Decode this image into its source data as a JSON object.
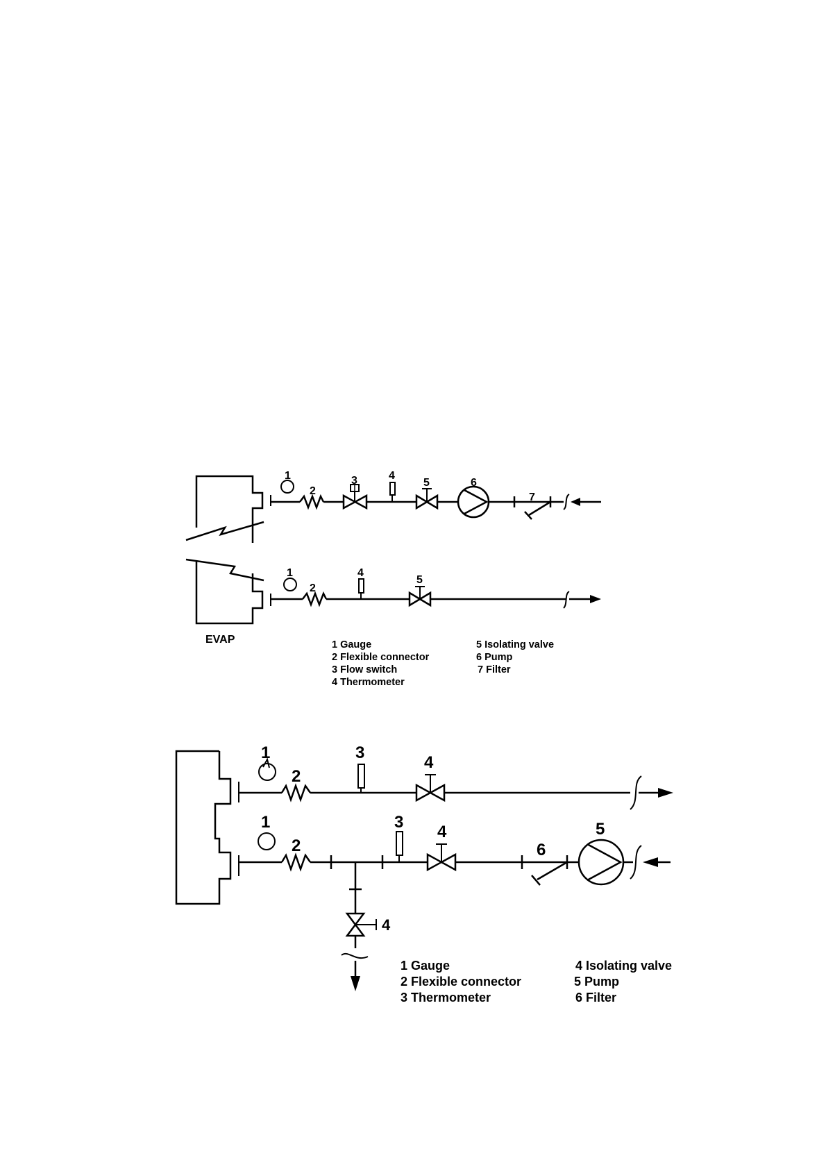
{
  "diagram1": {
    "unit_label": "EVAP",
    "callouts": {
      "gauge_top": "1",
      "connector_top": "2",
      "flowswitch_top": "3",
      "thermo_top": "4",
      "valve_top": "5",
      "pump_top": "6",
      "filter_top": "7",
      "gauge_bot": "1",
      "connector_bot": "2",
      "thermo_bot": "4",
      "valve_bot": "5"
    },
    "legend": [
      "1 Gauge",
      "2 Flexible connector",
      "3 Flow switch",
      "4 Thermometer",
      "5 Isolating valve",
      "6 Pump",
      "7 Filter"
    ]
  },
  "diagram2": {
    "callouts": {
      "gauge_top": "1",
      "connector_top": "2",
      "thermo_top": "3",
      "valve_top": "4",
      "gauge_bot": "1",
      "connector_bot": "2",
      "thermo_bot": "3",
      "valve_bot": "4",
      "filter_bot": "6",
      "pump_bot": "5",
      "drain_valve": "4"
    },
    "legend": [
      "1 Gauge",
      "2 Flexible connector",
      "3 Thermometer",
      "4 Isolating valve",
      "5 Pump",
      "6 Filter"
    ]
  }
}
